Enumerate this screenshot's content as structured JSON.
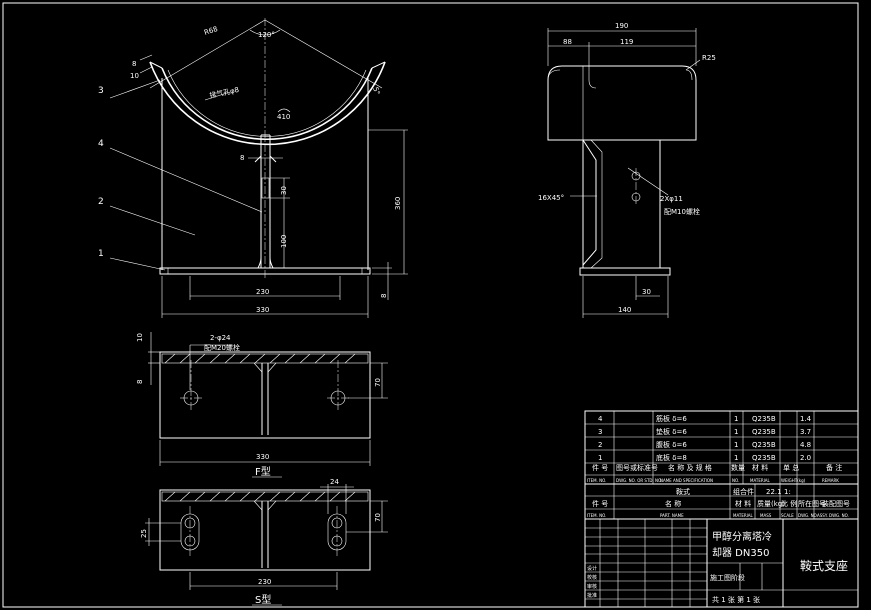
{
  "front": {
    "angle": "120°",
    "r_outer": "R68",
    "dim_8a": "8",
    "dim_10": "10",
    "vent": "排气孔φ8",
    "diam_410": "410",
    "angle5": "5°",
    "dim_8b": "8",
    "dim_30": "30",
    "dim_100": "100",
    "dim_360": "360",
    "dim_8c": "8",
    "dim_230": "230",
    "dim_330": "330",
    "callouts": [
      "1",
      "2",
      "3",
      "4"
    ]
  },
  "side": {
    "dim_190": "190",
    "dim_88": "88",
    "dim_119": "119",
    "r25": "R25",
    "chamfer": "16X45°",
    "holes": "2Xφ11",
    "bolts": "配M10螺栓",
    "dim_30": "30",
    "dim_140": "140"
  },
  "planF": {
    "holes": "2-φ24",
    "bolts": "配M20螺栓",
    "dim_10": "10",
    "dim_8": "8",
    "dim_70": "70",
    "dim_330": "330",
    "caption": "F型"
  },
  "planS": {
    "dim_24": "24",
    "dim_25": "25",
    "dim_70": "70",
    "dim_230": "230",
    "caption": "S型"
  },
  "titleblock": {
    "parts": [
      {
        "no": "4",
        "name": "筋板 δ=6",
        "qty": "1",
        "mat": "Q235B",
        "wt": "1.4"
      },
      {
        "no": "3",
        "name": "垫板 δ=6",
        "qty": "1",
        "mat": "Q235B",
        "wt": "3.7"
      },
      {
        "no": "2",
        "name": "腹板 δ=6",
        "qty": "1",
        "mat": "Q235B",
        "wt": "4.8"
      },
      {
        "no": "1",
        "name": "底板 δ=8",
        "qty": "1",
        "mat": "Q235B",
        "wt": "2.0"
      }
    ],
    "hdr_no": "件 号",
    "hdr_std": "图号或标准号",
    "hdr_name": "名 称 及 规 格",
    "hdr_qty": "数量",
    "hdr_mat": "材 料",
    "hdr_wt": "单 总",
    "hdr_rem": "备 注",
    "hdr_no_en": "ITEM. NO.",
    "hdr_std_en": "DWG. NO. OR STD. NO.",
    "hdr_name_en": "NAME AND SPECIFICATION",
    "hdr_qty_en": "NO.",
    "hdr_mat_en": "MATERIAL",
    "hdr_wt_en": "WEIGHT(kg)",
    "hdr_rem_en": "REMARK",
    "row_assem": "鞍式",
    "row_combo": "组合件",
    "row_scale": "1:",
    "row_total": "22.1",
    "col_no": "件 号",
    "col_name": "名 称",
    "col_mat": "材 料",
    "col_wt": "质量(kg)",
    "col_ratio": "比 例",
    "col_dwg": "所在图号",
    "col_asm": "装配图号",
    "col_no_en": "ITEM. NO.",
    "col_name_en": "PART. NAME",
    "col_mat_en": "MATERIAL",
    "col_wt_en": "MASS",
    "col_ratio_en": "SCALE",
    "col_dwg_en": "DWG. NO.",
    "col_asm_en": "ASSY. DWG. NO.",
    "project": "甲醇分离塔冷",
    "project2": "却器 DN350",
    "title": "鞍式支座",
    "stage_label": "施工图阶段",
    "design": "设计",
    "check": "校核",
    "audit": "审核",
    "approve": "批准",
    "sheet": "共 1 张  第 1 张"
  }
}
